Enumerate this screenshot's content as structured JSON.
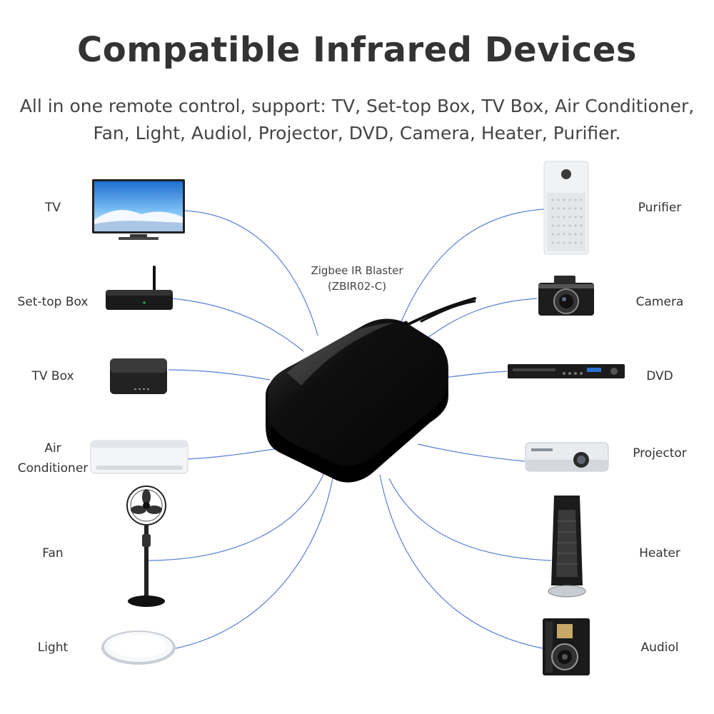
{
  "header": {
    "title": "Compatible Infrared Devices",
    "subtitle_line1": "All in one remote control, support: TV, Set-top Box, TV Box, Air Conditioner,",
    "subtitle_line2": "Fan, Light, Audiol, Projector, DVD, Camera, Heater, Purifier."
  },
  "hub": {
    "name": "Zigbee IR Blaster",
    "model": "(ZBIR02-C)"
  },
  "left_devices": [
    {
      "label": "TV"
    },
    {
      "label": "Set-top Box"
    },
    {
      "label": "TV Box"
    },
    {
      "label_line1": "Air",
      "label_line2": "Conditioner"
    },
    {
      "label": "Fan"
    },
    {
      "label": "Light"
    }
  ],
  "right_devices": [
    {
      "label": "Purifier"
    },
    {
      "label": "Camera"
    },
    {
      "label": "DVD"
    },
    {
      "label": "Projector"
    },
    {
      "label": "Heater"
    },
    {
      "label": "Audiol"
    }
  ],
  "colors": {
    "line": "#5b7fd6",
    "hub": "#0b0b0b"
  }
}
